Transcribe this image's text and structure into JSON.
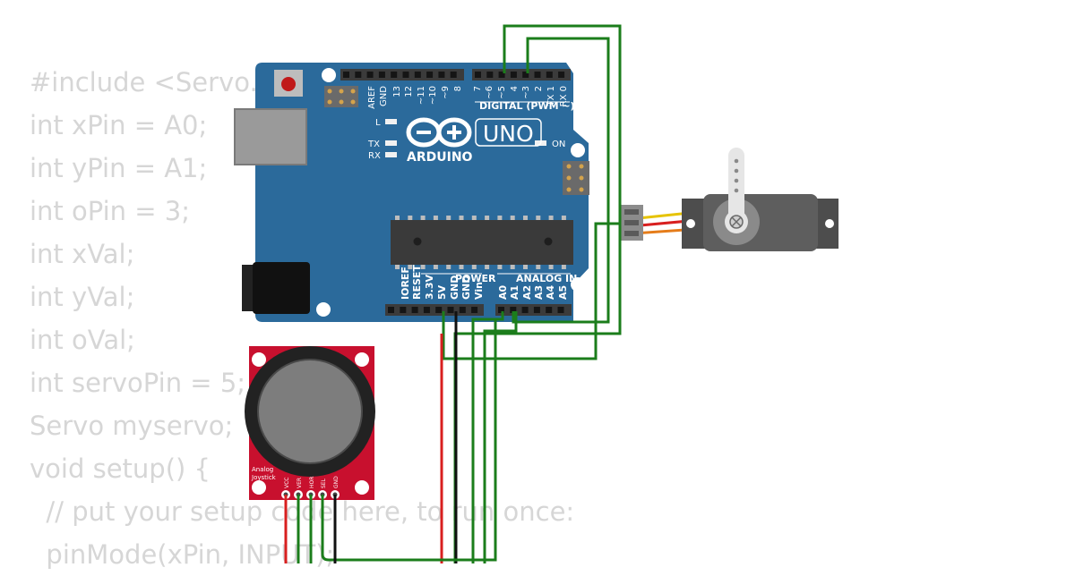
{
  "code_lines": [
    "#include <Servo.h>",
    "int xPin = A0;",
    "int yPin = A1;",
    "int oPin = 3;",
    "int xVal;",
    "int yVal;",
    "int oVal;",
    "int servoPin = 5;",
    "Servo myservo;",
    "void setup() {",
    "  // put your setup code here, to run once:",
    "  pinMode(xPin, INPUT);"
  ],
  "board": {
    "brand": "ARDUINO",
    "model": "UNO",
    "digital_header": "DIGITAL (PWM ~)",
    "digital_pins": [
      "AREF",
      "GND",
      "13",
      "12",
      "~11",
      "~10",
      "~9",
      "8",
      "7",
      "~6",
      "~5",
      "4",
      "~3",
      "2",
      "TX 1",
      "RX 0"
    ],
    "led_labels": [
      "L",
      "TX",
      "RX",
      "ON"
    ],
    "power_header": "POWER",
    "power_pins": [
      "IOREF",
      "RESET",
      "3.3V",
      "5V",
      "GND",
      "GND",
      "Vin"
    ],
    "analog_header": "ANALOG IN",
    "analog_pins": [
      "A0",
      "A1",
      "A2",
      "A3",
      "A4",
      "A5"
    ]
  },
  "joystick": {
    "label_line1": "Analog",
    "label_line2": "Joystick",
    "pins": [
      "VCC",
      "VER",
      "HOR",
      "SEL",
      "GND"
    ]
  },
  "colors": {
    "board": "#2b6a9b",
    "wire_green": "#1b7d1b",
    "wire_red": "#d81f1f",
    "wire_black": "#111111",
    "joystick_pcb": "#c8102e",
    "code_text": "#d6d6d6"
  }
}
